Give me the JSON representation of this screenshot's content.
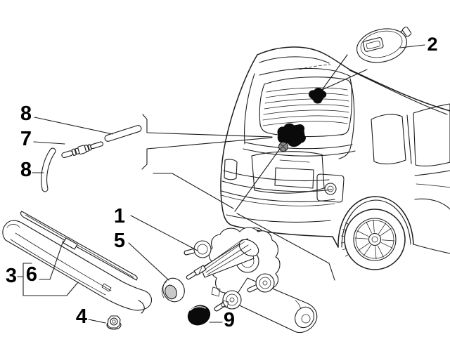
{
  "figure": {
    "kind": "exploded-parts-line-diagram",
    "colors": {
      "background": "#ffffff",
      "line": "#1c1c1c",
      "label": "#000000",
      "solid_black": "#0a0a0a",
      "shade_grey": "#8a8a8a"
    },
    "callouts": [
      {
        "number": "8",
        "part": "washer-hose-straight-section"
      },
      {
        "number": "7",
        "part": "hose-inline-connector"
      },
      {
        "number": "8",
        "part": "washer-hose-curved-section"
      },
      {
        "number": "2",
        "part": "washer-jet-nozzle"
      },
      {
        "number": "1",
        "part": "rear-wiper-motor"
      },
      {
        "number": "5",
        "part": "spindle-grommet"
      },
      {
        "number": "3",
        "part": "wiper-arm"
      },
      {
        "number": "6",
        "part": "wiper-blade"
      },
      {
        "number": "4",
        "part": "spindle-nut"
      },
      {
        "number": "9",
        "part": "spindle-cover-cap"
      }
    ]
  }
}
